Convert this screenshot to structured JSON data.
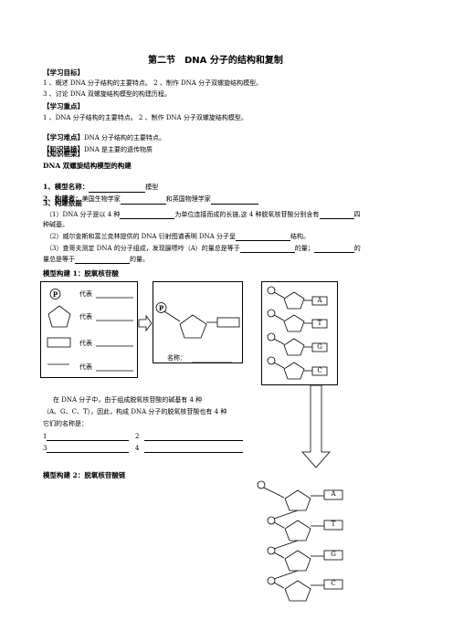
{
  "title": "第二节　DNA 分子的结构和复制",
  "sections": {
    "goal_heading": "【学习目标】",
    "goal_1": "1 、概述 DNA 分子结构的主要特点。 2 、制作 DNA 分子双螺旋结构模型。",
    "goal_2": "3 、讨论 DNA 双螺旋结构模型的构建历程。",
    "key_heading": "【学习重点】",
    "key_1": "1 、DNA 分子结构的主要特点。 2 、制作 DNA 分子双螺旋结构模型。",
    "difficulty_heading": "【学习难点】",
    "difficulty_text": "DNA 分子结构的主要特点。",
    "link_heading": "【知识链接】",
    "link_text": "DNA 是主要的遗传物质",
    "frame_heading": "【知识框架】"
  },
  "content": {
    "subtitle": "DNA 双螺旋结构模型的构建",
    "item1_label": "1、模型名称：",
    "item1_suffix": "模型",
    "item2_label": "2、构建者：",
    "item2_text_a": "美国生物学家",
    "item2_text_b": "和英国物理学家",
    "item3_label": "3、构建依据",
    "basis1_a": "（1）DNA 分子是以 4 种",
    "basis1_b": "为单位连接而成的长链,这 4 种脱氧核苷酸分别含有",
    "basis1_c": "四",
    "basis1_d": "种碱基。",
    "basis2_a": "（2）威尔金斯和富兰克林提供的 DNA 衍射图谱表明 DNA 分子呈",
    "basis2_b": "结构。",
    "basis3_a": "（3）查哥夫测定 DNA 的分子组成，发现腺嘌呤（A）的量总是等于",
    "basis3_b": "的量；",
    "basis3_c": "的",
    "basis3_d": "量总是等于",
    "basis3_e": "的量。"
  },
  "model1": {
    "heading": "模型构建 1：脱氧核苷酸",
    "legend_p": "P",
    "legend_label": "代表",
    "name_label": "名称：",
    "center_p": "P",
    "bases": [
      "A",
      "T",
      "G",
      "C"
    ]
  },
  "para": {
    "line1": "在 DNA 分子中，由于组成脱氧核苷酸的碱基有 4 种",
    "line2": "（A、G、C、T），因此，构成 DNA 分子的脱氧核苷酸也有 4 种",
    "line3": "它们的名称是：",
    "n1": "1",
    "n2": "2",
    "n3": "3",
    "n4": "4"
  },
  "model2": {
    "heading": "模型构建 2：脱氧核苷酸链",
    "bases": [
      "A",
      "T",
      "G",
      "C"
    ]
  }
}
